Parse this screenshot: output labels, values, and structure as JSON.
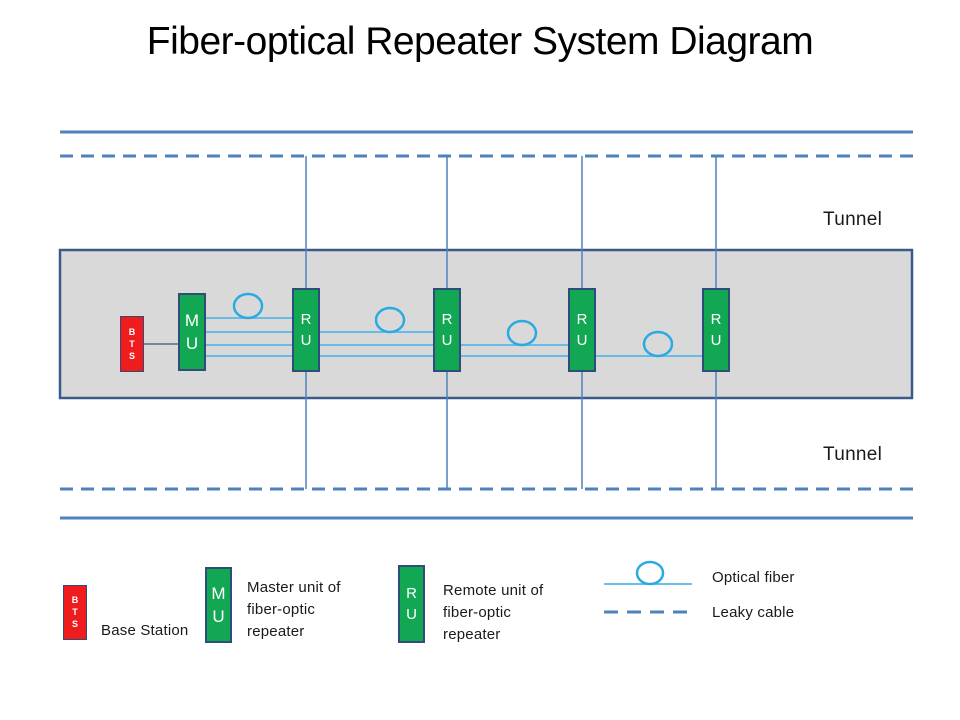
{
  "title": "Fiber-optical Repeater System Diagram",
  "tunnel": {
    "top_label": "Tunnel",
    "bottom_label": "Tunnel"
  },
  "units": {
    "bts_letters": [
      "B",
      "T",
      "S"
    ],
    "mu_letters": [
      "M",
      "U"
    ],
    "ru_letters": [
      "R",
      "U"
    ],
    "ru_count": 4
  },
  "legend": {
    "bts_label": "Base Station",
    "mu_label_lines": [
      "Master unit of",
      "fiber-optic",
      "repeater"
    ],
    "ru_label_lines": [
      "Remote unit of",
      "fiber-optic",
      "repeater"
    ],
    "optical_fiber_label": "Optical fiber",
    "leaky_cable_label": "Leaky cable"
  },
  "colors": {
    "tunnel_wall_line": "#4F81BD",
    "leaky_cable_line": "#4F81BD",
    "vertical_feed_line": "#4F81BD",
    "fiber_line": "#55B7E8",
    "fiber_loop": "#29ABE2",
    "unit_green": "#12A853",
    "bts_red": "#EE1C1C",
    "tunnel_band_fill": "#D9D9D9",
    "tunnel_band_border": "#3A5A8C",
    "box_border": "#2E4D7B",
    "bts_connector": "#5B6B8C",
    "text": "#000000"
  }
}
